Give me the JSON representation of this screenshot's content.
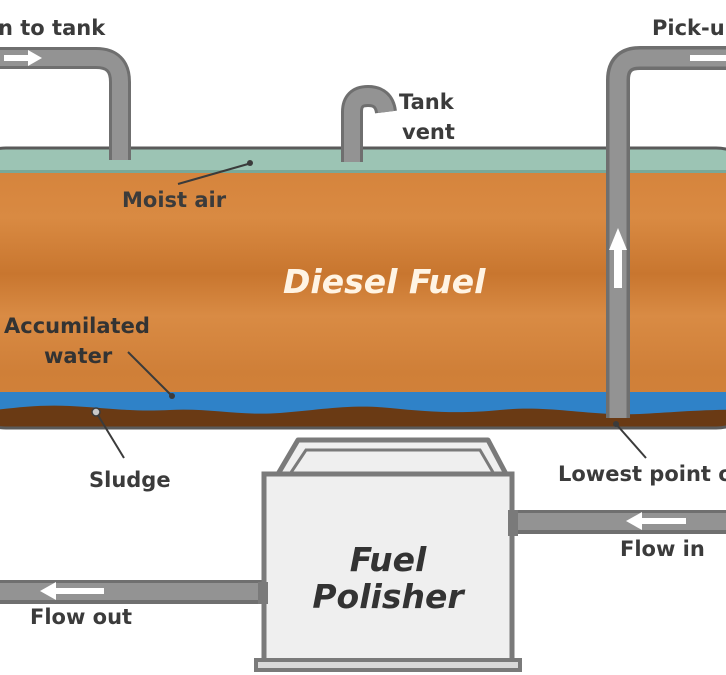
{
  "labels": {
    "return_to_tank": "n to tank",
    "pick_up": "Pick-up",
    "tank_vent_line1": "Tank",
    "tank_vent_line2": "vent",
    "moist_air": "Moist air",
    "diesel_fuel": "Diesel Fuel",
    "accumulated_water_line1": "Accumilated",
    "accumulated_water_line2": "water",
    "sludge": "Sludge",
    "lowest_point": "Lowest point o",
    "flow_in": "Flow in",
    "flow_out": "Flow out",
    "polisher_line1": "Fuel",
    "polisher_line2": "Polisher"
  },
  "colors": {
    "fuel": "#d9863c",
    "fuel_dark": "#c4722c",
    "air": "#9cc4b4",
    "water": "#2f82c8",
    "sludge": "#6a3a14",
    "pipe": "#8e8e8e",
    "pipe_dark": "#6d6d6d",
    "arrow": "#ffffff",
    "text": "#3b3b3b",
    "leader": "#3b3b3b"
  }
}
